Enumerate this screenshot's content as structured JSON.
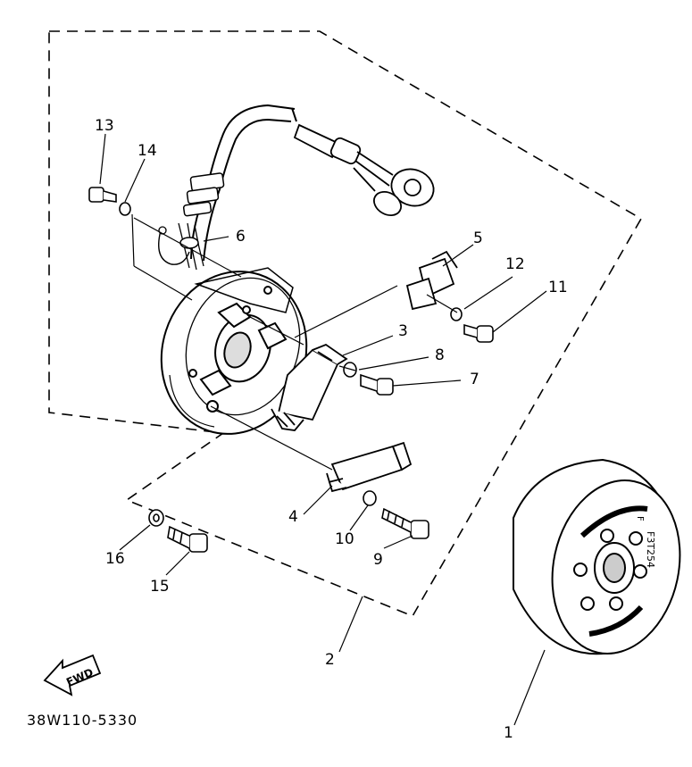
{
  "diagram": {
    "part_numbers": {
      "p1": "1",
      "p2": "2",
      "p3": "3",
      "p4": "4",
      "p5": "5",
      "p6": "6",
      "p7": "7",
      "p8": "8",
      "p9": "9",
      "p10": "10",
      "p11": "11",
      "p12": "12",
      "p13": "13",
      "p14": "14",
      "p15": "15",
      "p16": "16"
    },
    "direction_arrow": "FWD",
    "drawing_code": "38W110-5330",
    "rotor_stamp": "F3T254",
    "rotor_mark": "F"
  },
  "colors": {
    "ink": "#000000",
    "paper": "#ffffff"
  }
}
